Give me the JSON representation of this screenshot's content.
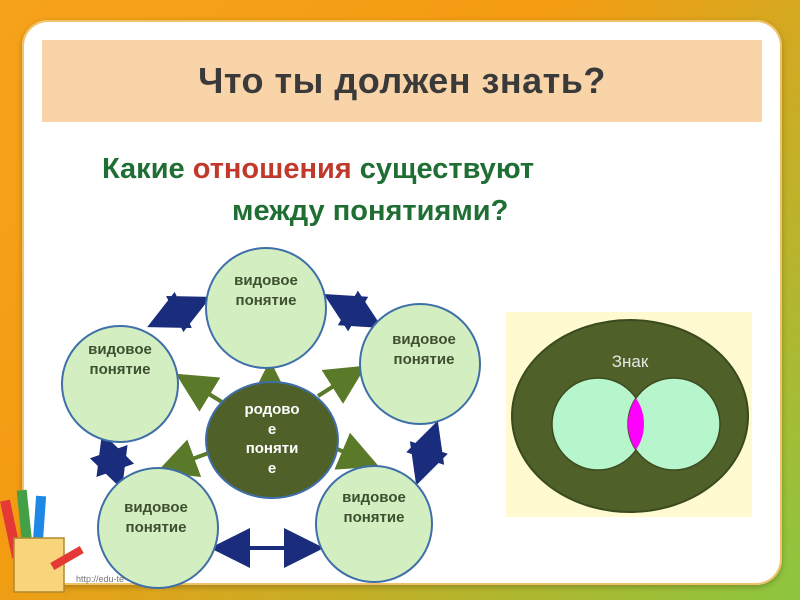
{
  "title": "Что ты должен знать?",
  "question": {
    "line1_before": "Какие ",
    "line1_highlight": "отношения",
    "line1_after": " существуют",
    "line2": "между понятиями?"
  },
  "diagram": {
    "center": {
      "lines": [
        "родово",
        "е",
        "поняти",
        "е"
      ]
    },
    "species": [
      {
        "lines": [
          "видовое",
          "понятие"
        ]
      },
      {
        "lines": [
          "видовое",
          "понятие"
        ]
      },
      {
        "lines": [
          "видовое",
          "понятие"
        ]
      },
      {
        "lines": [
          "видовое",
          "понятие"
        ]
      },
      {
        "lines": [
          "видовое",
          "понятие"
        ]
      }
    ]
  },
  "euler": {
    "label": "Знак"
  },
  "footer_url": "http://edu-te",
  "colors": {
    "bubble_fill": "#d3eec0",
    "bubble_stroke": "#3f6fa8",
    "center_fill": "#4f6129",
    "arrow_green": "#5a7a2a",
    "arrow_blue": "#1a2d7c",
    "outer_ellipse": "#4f6129",
    "inner_circles": "#b7f5cd",
    "overlap": "#ff00ff",
    "highlight_text": "#c0392b",
    "question_text": "#1f6e34"
  }
}
